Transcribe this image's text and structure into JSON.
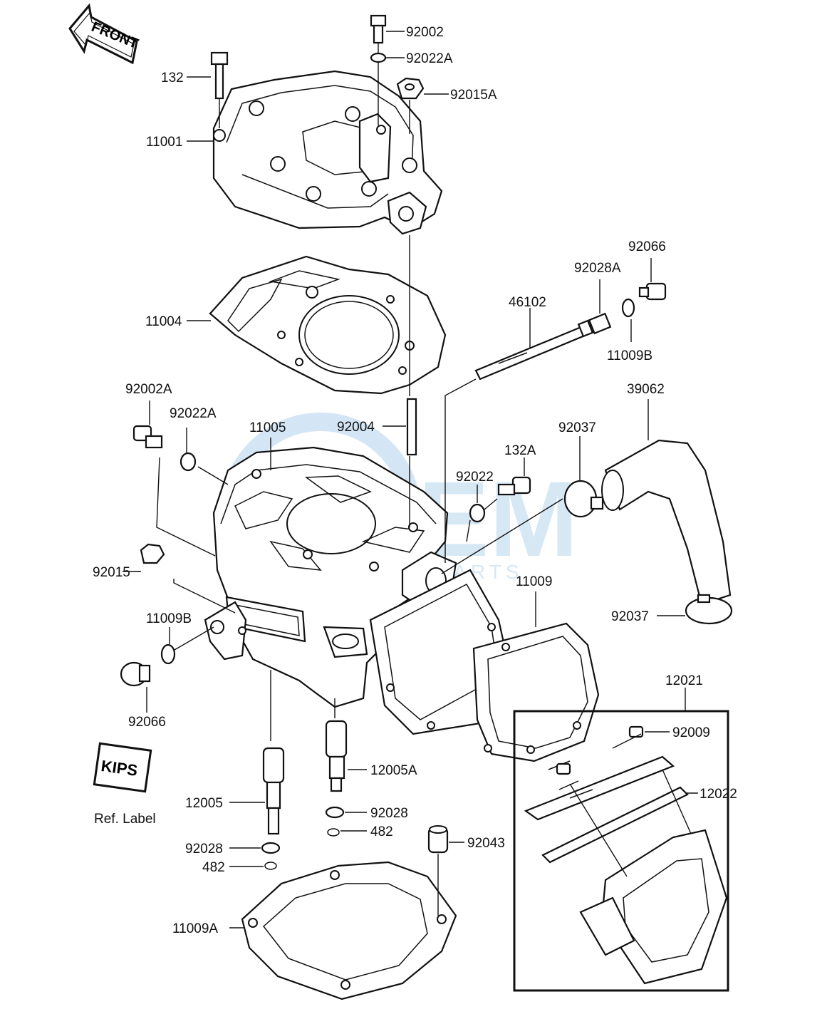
{
  "diagram": {
    "front_label": "FRONT",
    "kips_label": "KIPS",
    "ref_label": "Ref. Label",
    "watermark": {
      "name": "GEM",
      "tagline": "MOTORPARTS"
    },
    "parts": {
      "p92002": "92002",
      "p92022A_top": "92022A",
      "p92015A": "92015A",
      "p132": "132",
      "p11001": "11001",
      "p92066_top": "92066",
      "p92028A": "92028A",
      "p46102": "46102",
      "p11009B_top": "11009B",
      "p11004": "11004",
      "p92002A": "92002A",
      "p92022A_left": "92022A",
      "p39062": "39062",
      "p11005": "11005",
      "p92004": "92004",
      "p92037_top": "92037",
      "p132A": "132A",
      "p92022": "92022",
      "p92015": "92015",
      "p11009": "11009",
      "p11009B_left": "11009B",
      "p92037_bottom": "92037",
      "p92066_left": "92066",
      "p12021": "12021",
      "p92009": "92009",
      "p12005A": "12005A",
      "p12022": "12022",
      "p12005": "12005",
      "p92028_mid": "92028",
      "p482_mid": "482",
      "p92043": "92043",
      "p92028_left": "92028",
      "p482_left": "482",
      "p11009A": "11009A"
    }
  }
}
